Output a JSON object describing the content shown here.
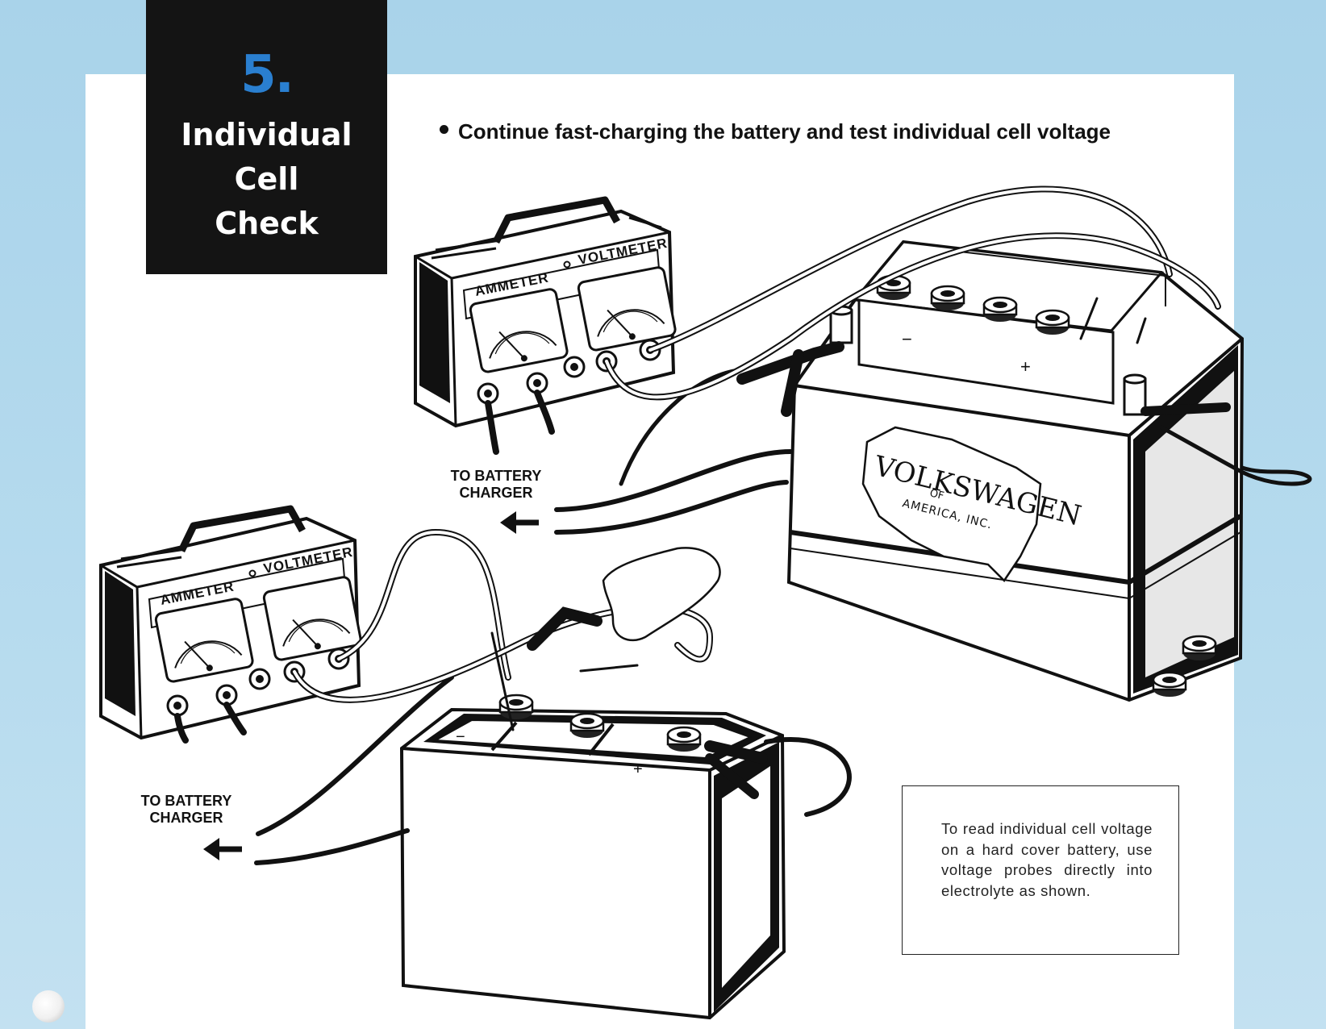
{
  "step": {
    "number": "5.",
    "title_lines": [
      "Individual",
      "Cell",
      "Check"
    ]
  },
  "instruction": "Continue fast-charging the battery and test individual cell voltage",
  "tester_top": {
    "left_label": "AMMETER",
    "right_label": "VOLTMETER"
  },
  "tester_bottom": {
    "left_label": "AMMETER",
    "right_label": "VOLTMETER"
  },
  "battery_logo": {
    "brand": "VOLKSWAGEN",
    "of": "OF",
    "country": "AMERICA, INC."
  },
  "terminal_marks": {
    "negative": "−",
    "positive": "+"
  },
  "charger_label_top": {
    "line1": "TO BATTERY",
    "line2": "CHARGER"
  },
  "charger_label_bottom": {
    "line1": "TO BATTERY",
    "line2": "CHARGER"
  },
  "note": "To read individual cell voltage on a hard cover battery, use voltage probes directly into electrolyte as shown.",
  "colors": {
    "background": "#b6dbee",
    "title_block": "#141414",
    "step_number": "#2a7fd0"
  }
}
